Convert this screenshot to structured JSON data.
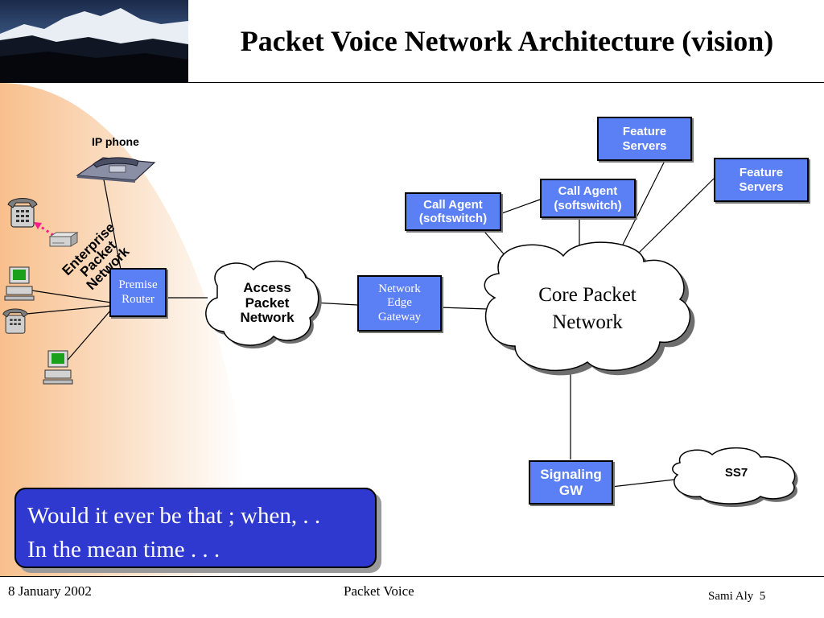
{
  "title": "Packet Voice Network Architecture (vision)",
  "diagram": {
    "ip_phone_label": "IP phone",
    "enterprise_label": [
      "Enterprise",
      "Packet",
      "Network"
    ],
    "premise_router": [
      "Premise",
      "Router"
    ],
    "access_network": [
      "Access",
      "Packet",
      "Network"
    ],
    "network_edge_gateway": [
      "Network",
      "Edge",
      "Gateway"
    ],
    "core_network": [
      "Core Packet",
      "Network"
    ],
    "call_agent_1": [
      "Call Agent",
      "(softswitch)"
    ],
    "call_agent_2": [
      "Call Agent",
      "(softswitch)"
    ],
    "feature_servers_1": [
      "Feature",
      "Servers"
    ],
    "feature_servers_2": [
      "Feature",
      "Servers"
    ],
    "signaling_gw": [
      "Signaling",
      "GW"
    ],
    "ss7": "SS7"
  },
  "callout": {
    "line1": "Would it ever be that ; when, . .",
    "line2": "In the mean time . . ."
  },
  "footer": {
    "date": "8 January 2002",
    "center": "Packet Voice",
    "author": "Sami Aly",
    "page": "5"
  },
  "colors": {
    "box_fill": "#5b7ff5",
    "callout_fill": "#2f39d0",
    "background_gradient": "#f9c89a"
  }
}
